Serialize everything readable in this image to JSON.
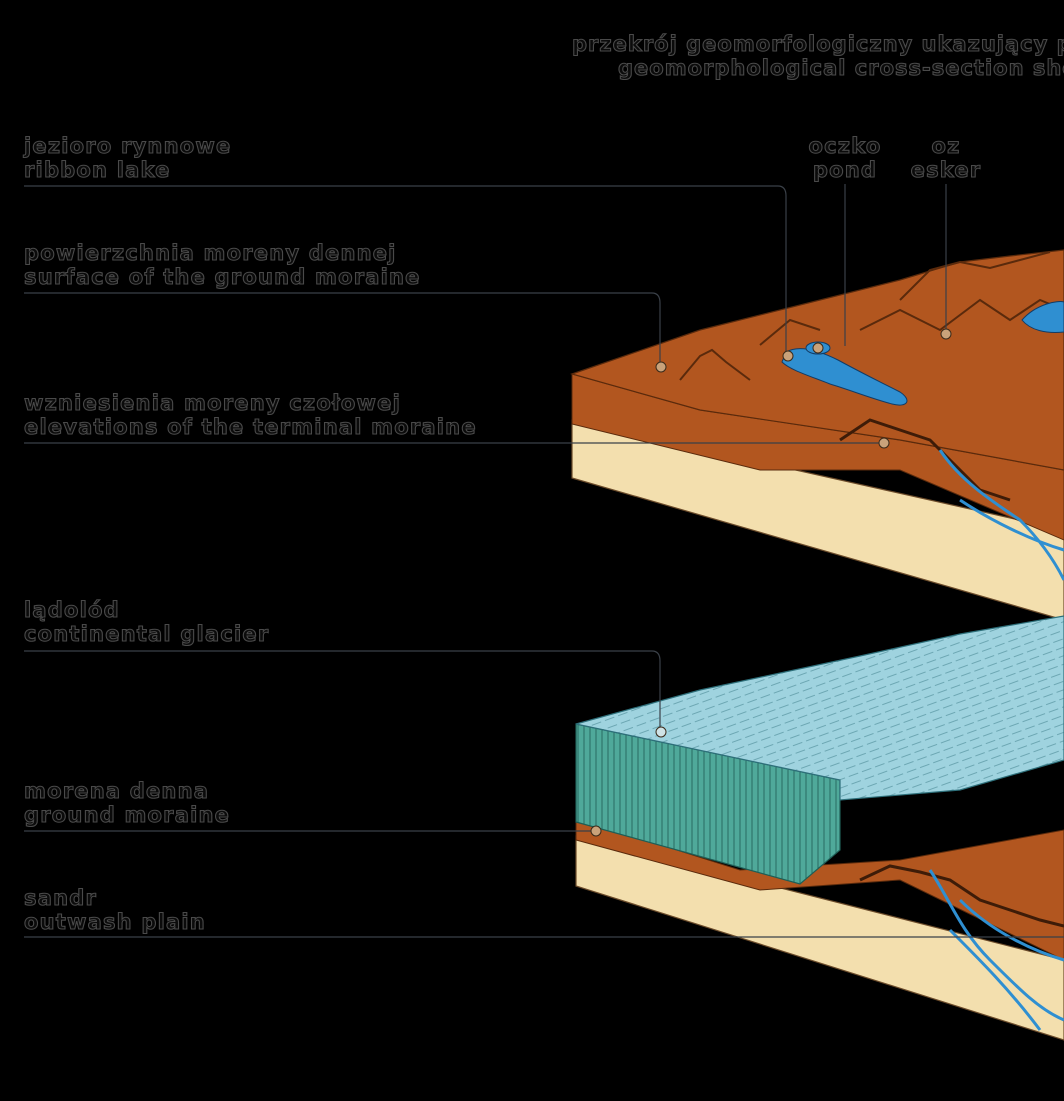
{
  "title": {
    "line1": "przekrój geomorfologiczny ukazujący p",
    "line2": "geomorphological cross-section sho"
  },
  "labels": {
    "ribbon_lake": {
      "pl": "jezioro rynnowe",
      "en": "ribbon lake"
    },
    "ground_moraine_surface": {
      "pl": "powierzchnia moreny dennej",
      "en": "surface of the ground moraine"
    },
    "terminal_moraine": {
      "pl": "wzniesienia moreny czołowej",
      "en": "elevations of the terminal moraine"
    },
    "continental_glacier": {
      "pl": "lądolód",
      "en": "continental glacier"
    },
    "ground_moraine": {
      "pl": "morena denna",
      "en": "ground moraine"
    },
    "outwash_plain": {
      "pl": "sandr",
      "en": "outwash plain"
    },
    "pond": {
      "pl": "oczko",
      "en": "pond"
    },
    "esker": {
      "pl": "oz",
      "en": "esker"
    }
  },
  "colors": {
    "moraine": "#b2561f",
    "moraine_dark": "#7a3410",
    "sand": "#f3dfae",
    "water": "#2f8fd1",
    "ice_top": "#9fd3df",
    "ice_side": "#4fa99a",
    "leader_line": "#3a4048",
    "marker": "#c9a27a"
  }
}
